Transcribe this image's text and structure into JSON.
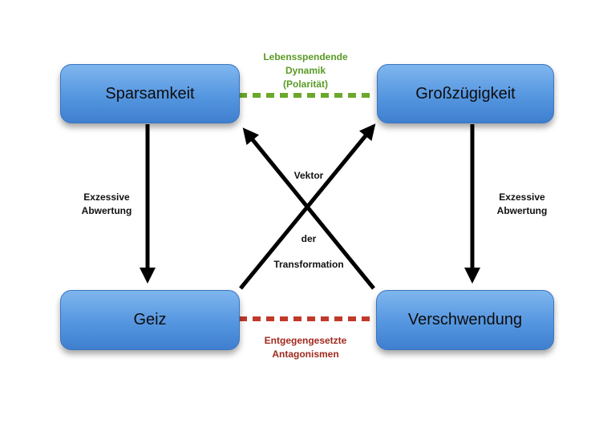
{
  "nodes": {
    "sparsamkeit": "Sparsamkeit",
    "grosszuegigkeit": "Großzügigkeit",
    "geiz": "Geiz",
    "verschwendung": "Verschwendung"
  },
  "labels": {
    "top_line1": "Lebensspendende",
    "top_line2": "Dynamik",
    "top_line3": "(Polarität)",
    "bottom_line1": "Entgegengesetzte",
    "bottom_line2": "Antagonismen",
    "left_line1": "Exzessive",
    "left_line2": "Abwertung",
    "right_line1": "Exzessive",
    "right_line2": "Abwertung",
    "center_vektor": "Vektor",
    "center_der": "der",
    "center_transformation": "Transformation"
  },
  "colors": {
    "box_fill": "#5b9be3",
    "top_dash": "#6aa82a",
    "top_label": "#5a9a24",
    "bottom_dash": "#c0392b",
    "bottom_label": "#a02a1e",
    "arrows": "#000000"
  }
}
